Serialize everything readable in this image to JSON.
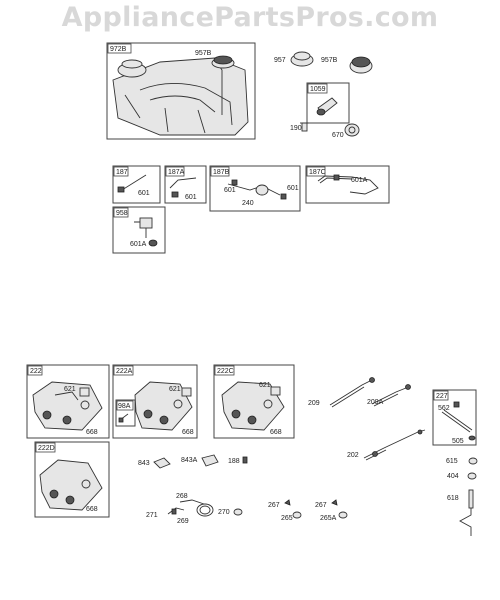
{
  "watermark": "AppliancePartsPros.com",
  "boxes": {
    "b972b": "972B",
    "b1059": "1059",
    "b187": "187",
    "b187a": "187A",
    "b187b": "187B",
    "b187c": "187C",
    "b958": "958",
    "b222": "222",
    "b222a": "222A",
    "b98a": "98A",
    "b222c": "222C",
    "b227": "227",
    "b222d": "222D"
  },
  "callouts": {
    "p957b_a": "957B",
    "p957": "957",
    "p957b_b": "957B",
    "p190": "190",
    "p670": "670",
    "p601_187": "601",
    "p601_187a": "601",
    "p601_187b_l": "601",
    "p601_187b_r": "601",
    "p240": "240",
    "p601a_187c": "601A",
    "p601a_958": "601A",
    "p621_222": "621",
    "p668_222": "668",
    "p621_222a": "621",
    "p668_222a": "668",
    "p621_222c": "621",
    "p668_222c": "668",
    "p668_222d": "668",
    "p209": "209",
    "p209a": "209A",
    "p202": "202",
    "p562": "562",
    "p505": "505",
    "p615": "615",
    "p404": "404",
    "p618": "618",
    "p843": "843",
    "p843a": "843A",
    "p188": "188",
    "p268": "268",
    "p271": "271",
    "p269": "269",
    "p270": "270",
    "p267_a": "267",
    "p265": "265",
    "p267_b": "267",
    "p265a": "265A"
  }
}
